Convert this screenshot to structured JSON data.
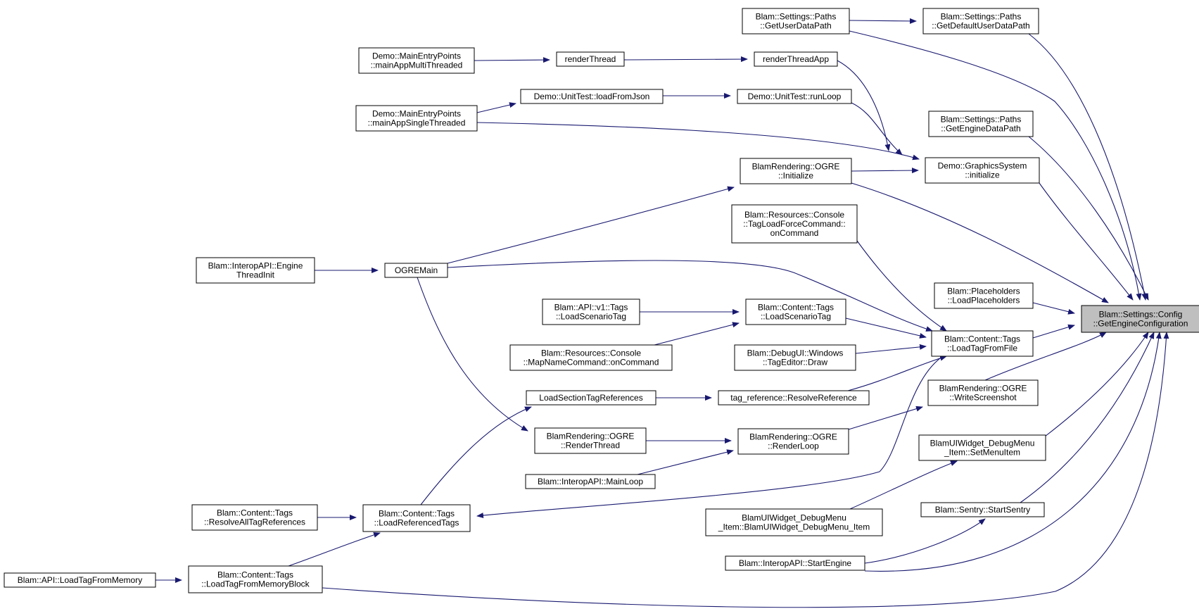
{
  "diagram": {
    "type": "doxygen-caller-graph",
    "edge_color": "#191970",
    "focus_fill": "#bfbfbf",
    "nodes": [
      {
        "id": "n_userdata",
        "lines": [
          "Blam::Settings::Paths",
          "::GetUserDataPath"
        ]
      },
      {
        "id": "n_defuserdata",
        "lines": [
          "Blam::Settings::Paths",
          "::GetDefaultUserDataPath"
        ]
      },
      {
        "id": "n_mainmulti",
        "lines": [
          "Demo::MainEntryPoints",
          "::mainAppMultiThreaded"
        ]
      },
      {
        "id": "n_renderthread",
        "lines": [
          "renderThread"
        ]
      },
      {
        "id": "n_renderthreadapp",
        "lines": [
          "renderThreadApp"
        ]
      },
      {
        "id": "n_loadfromjson",
        "lines": [
          "Demo::UnitTest::loadFromJson"
        ]
      },
      {
        "id": "n_runloop",
        "lines": [
          "Demo::UnitTest::runLoop"
        ]
      },
      {
        "id": "n_mainsingle",
        "lines": [
          "Demo::MainEntryPoints",
          "::mainAppSingleThreaded"
        ]
      },
      {
        "id": "n_enginedata",
        "lines": [
          "Blam::Settings::Paths",
          "::GetEngineDataPath"
        ]
      },
      {
        "id": "n_gsinit",
        "lines": [
          "Demo::GraphicsSystem",
          "::initialize"
        ]
      },
      {
        "id": "n_ogreinit",
        "lines": [
          "BlamRendering::OGRE",
          "::Initialize"
        ]
      },
      {
        "id": "n_tagloadforce",
        "lines": [
          "Blam::Resources::Console",
          "::TagLoadForceCommand::",
          "onCommand"
        ]
      },
      {
        "id": "n_enginethreadinit",
        "lines": [
          "Blam::InteropAPI::Engine",
          "ThreadInit"
        ]
      },
      {
        "id": "n_ogremain",
        "lines": [
          "OGREMain"
        ]
      },
      {
        "id": "n_placeholders",
        "lines": [
          "Blam::Placeholders",
          "::LoadPlaceholders"
        ]
      },
      {
        "id": "n_getengineconfig",
        "lines": [
          "Blam::Settings::Config",
          "::GetEngineConfiguration"
        ],
        "focus": true
      },
      {
        "id": "n_apiloadscen",
        "lines": [
          "Blam::API::v1::Tags",
          "::LoadScenarioTag"
        ]
      },
      {
        "id": "n_ctloadscen",
        "lines": [
          "Blam::Content::Tags",
          "::LoadScenarioTag"
        ]
      },
      {
        "id": "n_ctloadfromfile",
        "lines": [
          "Blam::Content::Tags",
          "::LoadTagFromFile"
        ]
      },
      {
        "id": "n_mapname",
        "lines": [
          "Blam::Resources::Console",
          "::MapNameCommand::onCommand"
        ]
      },
      {
        "id": "n_tageditor",
        "lines": [
          "Blam::DebugUI::Windows",
          "::TagEditor::Draw"
        ]
      },
      {
        "id": "n_loadsection",
        "lines": [
          "LoadSectionTagReferences"
        ]
      },
      {
        "id": "n_resolveref",
        "lines": [
          "tag_reference::ResolveReference"
        ]
      },
      {
        "id": "n_writescreenshot",
        "lines": [
          "BlamRendering::OGRE",
          "::WriteScreenshot"
        ]
      },
      {
        "id": "n_ogrerenderthread",
        "lines": [
          "BlamRendering::OGRE",
          "::RenderThread"
        ]
      },
      {
        "id": "n_ogrerenderloop",
        "lines": [
          "BlamRendering::OGRE",
          "::RenderLoop"
        ]
      },
      {
        "id": "n_setmenuitem",
        "lines": [
          "BlamUIWidget_DebugMenu",
          "_Item::SetMenuItem"
        ]
      },
      {
        "id": "n_mainloop",
        "lines": [
          "Blam::InteropAPI::MainLoop"
        ]
      },
      {
        "id": "n_resolveall",
        "lines": [
          "Blam::Content::Tags",
          "::ResolveAllTagReferences"
        ]
      },
      {
        "id": "n_loadreferenced",
        "lines": [
          "Blam::Content::Tags",
          "::LoadReferencedTags"
        ]
      },
      {
        "id": "n_debugmenuctor",
        "lines": [
          "BlamUIWidget_DebugMenu",
          "_Item::BlamUIWidget_DebugMenu_Item"
        ]
      },
      {
        "id": "n_startsentry",
        "lines": [
          "Blam::Sentry::StartSentry"
        ]
      },
      {
        "id": "n_startengine",
        "lines": [
          "Blam::InteropAPI::StartEngine"
        ]
      },
      {
        "id": "n_apiloadmem",
        "lines": [
          "Blam::API::LoadTagFromMemory"
        ]
      },
      {
        "id": "n_ctloadmemblock",
        "lines": [
          "Blam::Content::Tags",
          "::LoadTagFromMemoryBlock"
        ]
      }
    ]
  }
}
